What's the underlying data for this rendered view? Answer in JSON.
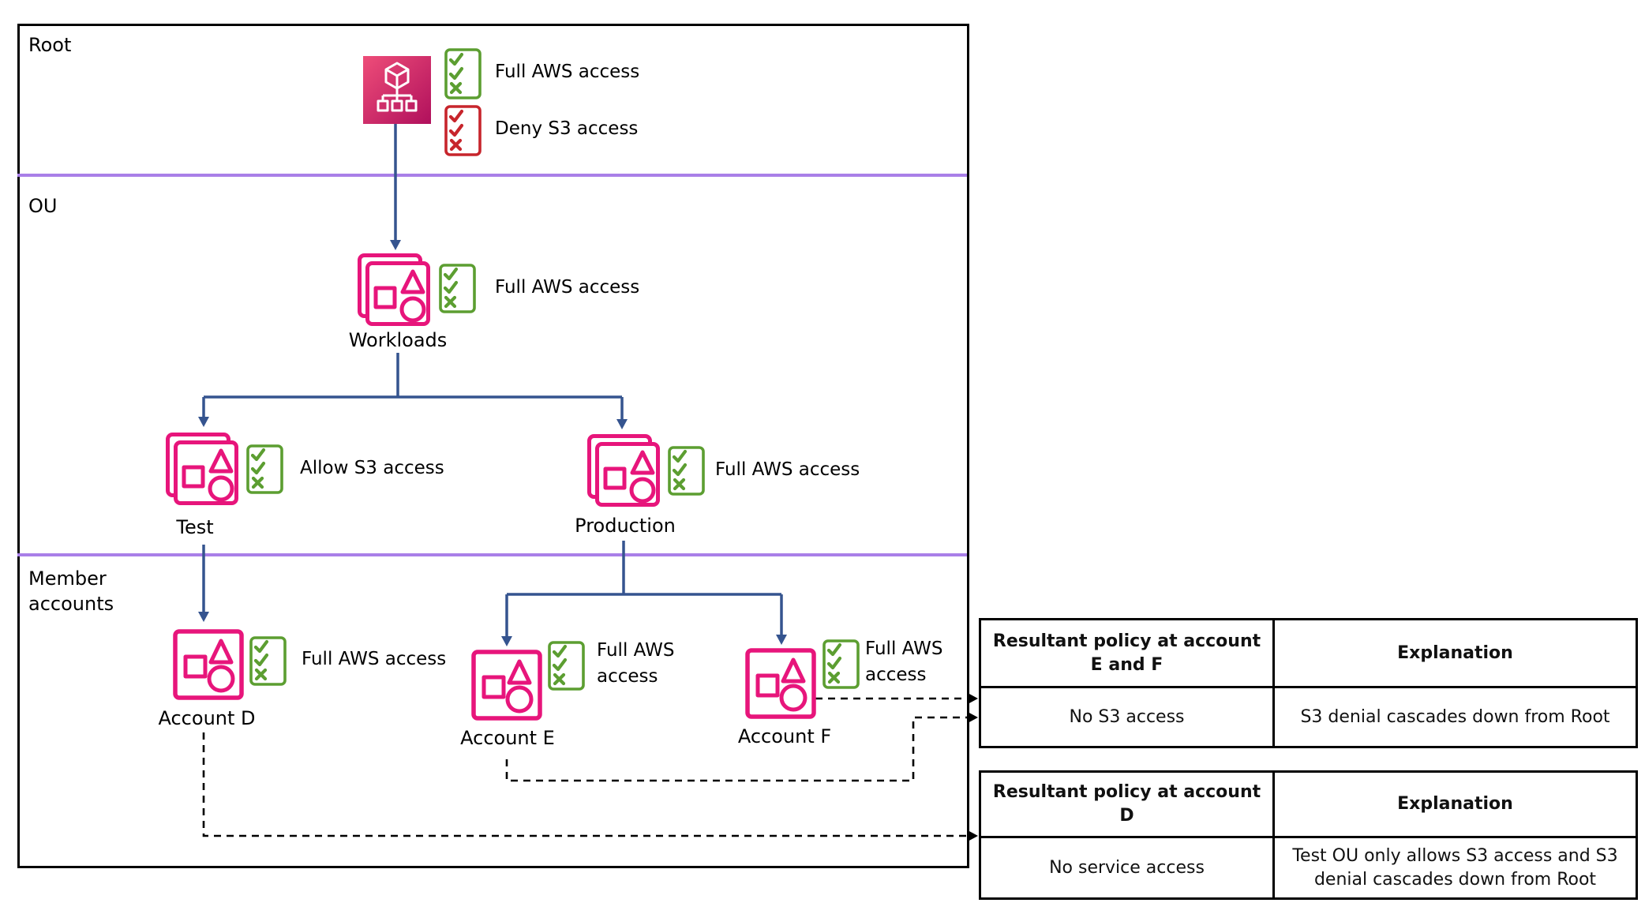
{
  "colors": {
    "pink": "#E7157B",
    "pink-grad-light": "#EE4D79",
    "pink-grad-dark": "#B0105C",
    "green": "#5C9E31",
    "red": "#C7252C",
    "blue": "#35548F",
    "purple": "#A97FE8",
    "black": "#000000"
  },
  "sections": {
    "root": "Root",
    "ou": "OU",
    "member": "Member accounts"
  },
  "root_node": {
    "policies": [
      {
        "label": "Full AWS access",
        "status": "allow"
      },
      {
        "label": "Deny S3 access",
        "status": "deny"
      }
    ]
  },
  "nodes": {
    "workloads": {
      "name": "Workloads",
      "policy": "Full AWS access"
    },
    "test": {
      "name": "Test",
      "policy": "Allow S3 access"
    },
    "production": {
      "name": "Production",
      "policy": "Full AWS access"
    },
    "account_d": {
      "name": "Account D",
      "policy": "Full AWS access"
    },
    "account_e": {
      "name": "Account E",
      "policy": "Full AWS access"
    },
    "account_f": {
      "name": "Account F",
      "policy": "Full AWS access"
    }
  },
  "tables": [
    {
      "headers": [
        "Resultant policy at account E and F",
        "Explanation"
      ],
      "rows": [
        [
          "No S3 access",
          "S3 denial cascades down from Root"
        ]
      ]
    },
    {
      "headers": [
        "Resultant policy at account D",
        "Explanation"
      ],
      "rows": [
        [
          "No service access",
          "Test OU only allows S3 access and S3 denial cascades down from Root"
        ]
      ]
    }
  ]
}
